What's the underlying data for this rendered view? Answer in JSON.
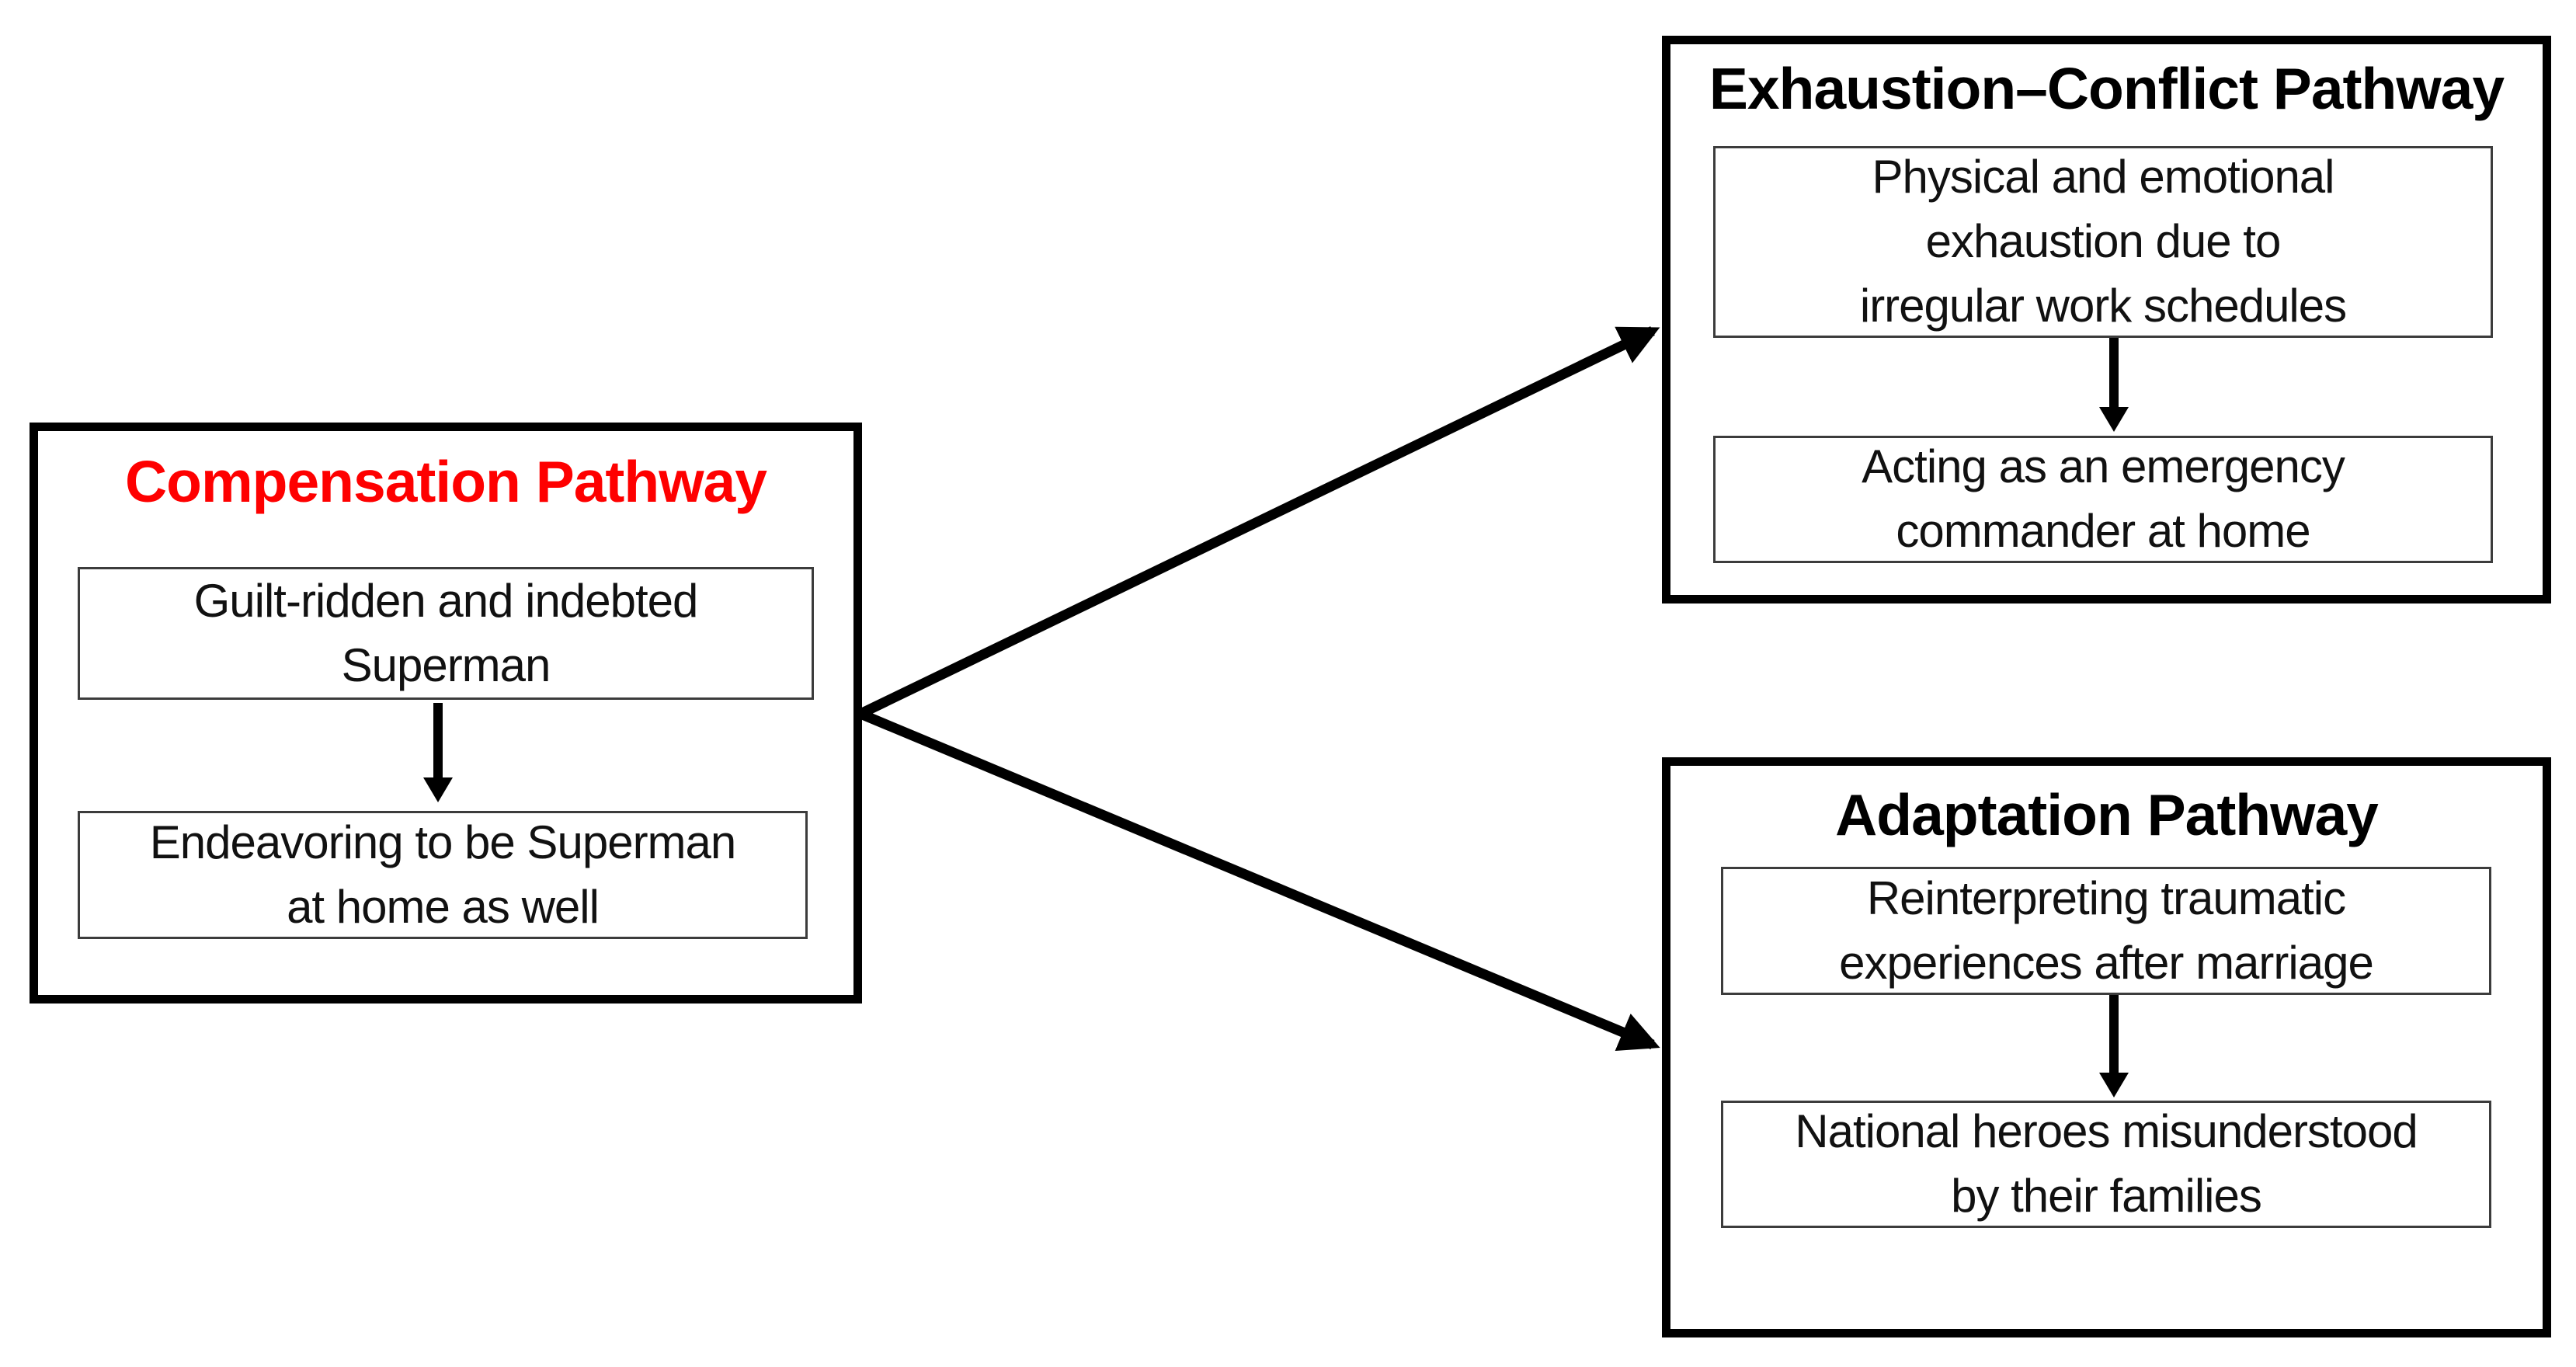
{
  "figure": {
    "background_color": "#ffffff",
    "arrow_color": "#000000",
    "pathways": {
      "compensation": {
        "title": "Compensation Pathway",
        "title_color": "#fe0000",
        "step1": "Guilt-ridden and indebted\nSuperman",
        "step2": "Endeavoring to be Superman\nat home as well"
      },
      "exhaustion_conflict": {
        "title": "Exhaustion–Conflict Pathway",
        "title_color": "#000000",
        "step1": "Physical and emotional\nexhaustion due to\nirregular work schedules",
        "step2": "Acting as an emergency\ncommander at home"
      },
      "adaptation": {
        "title": "Adaptation Pathway",
        "title_color": "#000000",
        "step1": "Reinterpreting traumatic\nexperiences after marriage",
        "step2": "National heroes misunderstood\nby their families"
      }
    }
  }
}
